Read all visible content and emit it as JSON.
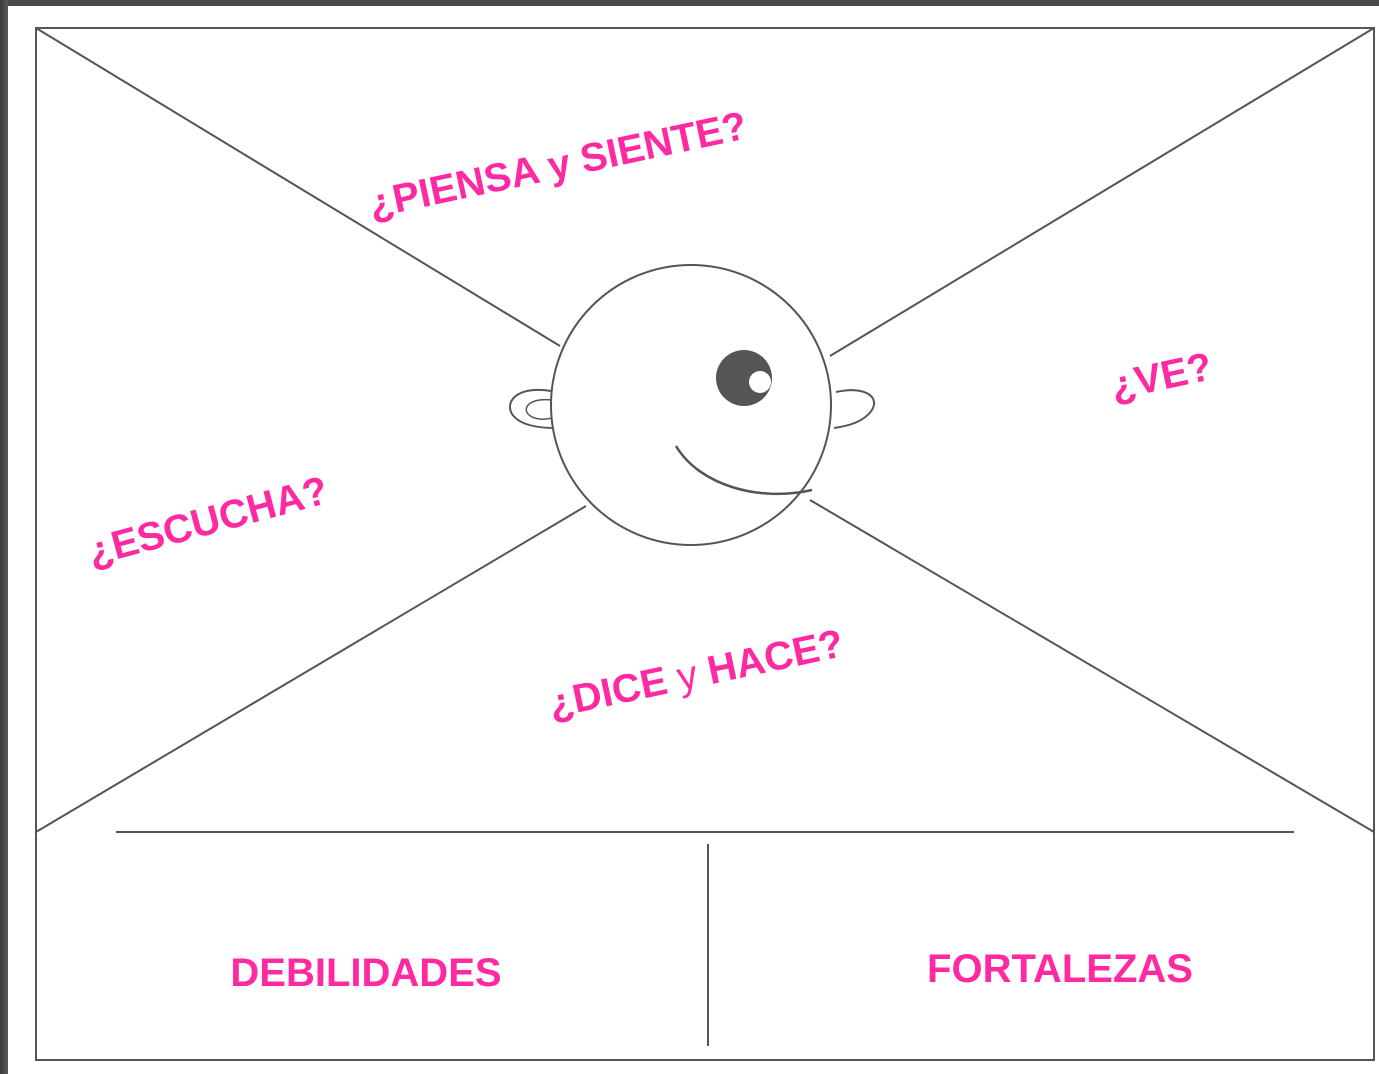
{
  "labels": {
    "piensa": "¿PIENSA y SIENTE?",
    "ve": "¿VE?",
    "escucha": "¿ESCUCHA?",
    "dice_part1": "¿DICE ",
    "dice_y": "y",
    "dice_part2": " HACE?",
    "debilidades": "DEBILIDADES",
    "fortalezas": "FORTALEZAS"
  },
  "colors": {
    "accent": "#ff2aa1",
    "line": "#555555",
    "eye": "#555555"
  }
}
